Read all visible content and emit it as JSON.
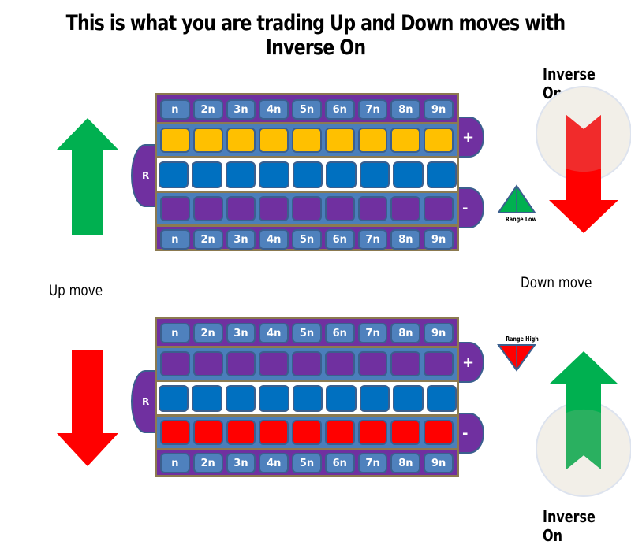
{
  "title": "This is what you are trading Up and Down moves with Inverse On",
  "captions": {
    "up_move": "Up move",
    "down_move": "Down move",
    "inverse_top": "Inverse On",
    "inverse_bottom": "Inverse On"
  },
  "markers": {
    "range_low": "Range Low",
    "range_high": "Range High"
  },
  "board": {
    "labels": [
      "n",
      "2n",
      "3n",
      "4n",
      "5n",
      "6n",
      "7n",
      "8n",
      "9n"
    ],
    "left_tab": "R",
    "plus": "+",
    "minus": "-"
  },
  "colors": {
    "yellow": "#ffc000",
    "blue": "#0070c0",
    "purple": "#7030a0",
    "red": "#ff0000",
    "green": "#00b050",
    "label": "#4f81bd"
  },
  "top_board_rows": [
    "labels",
    "yellow",
    "blue",
    "purple",
    "labels"
  ],
  "bottom_board_rows": [
    "labels",
    "purple",
    "blue",
    "red",
    "labels"
  ]
}
